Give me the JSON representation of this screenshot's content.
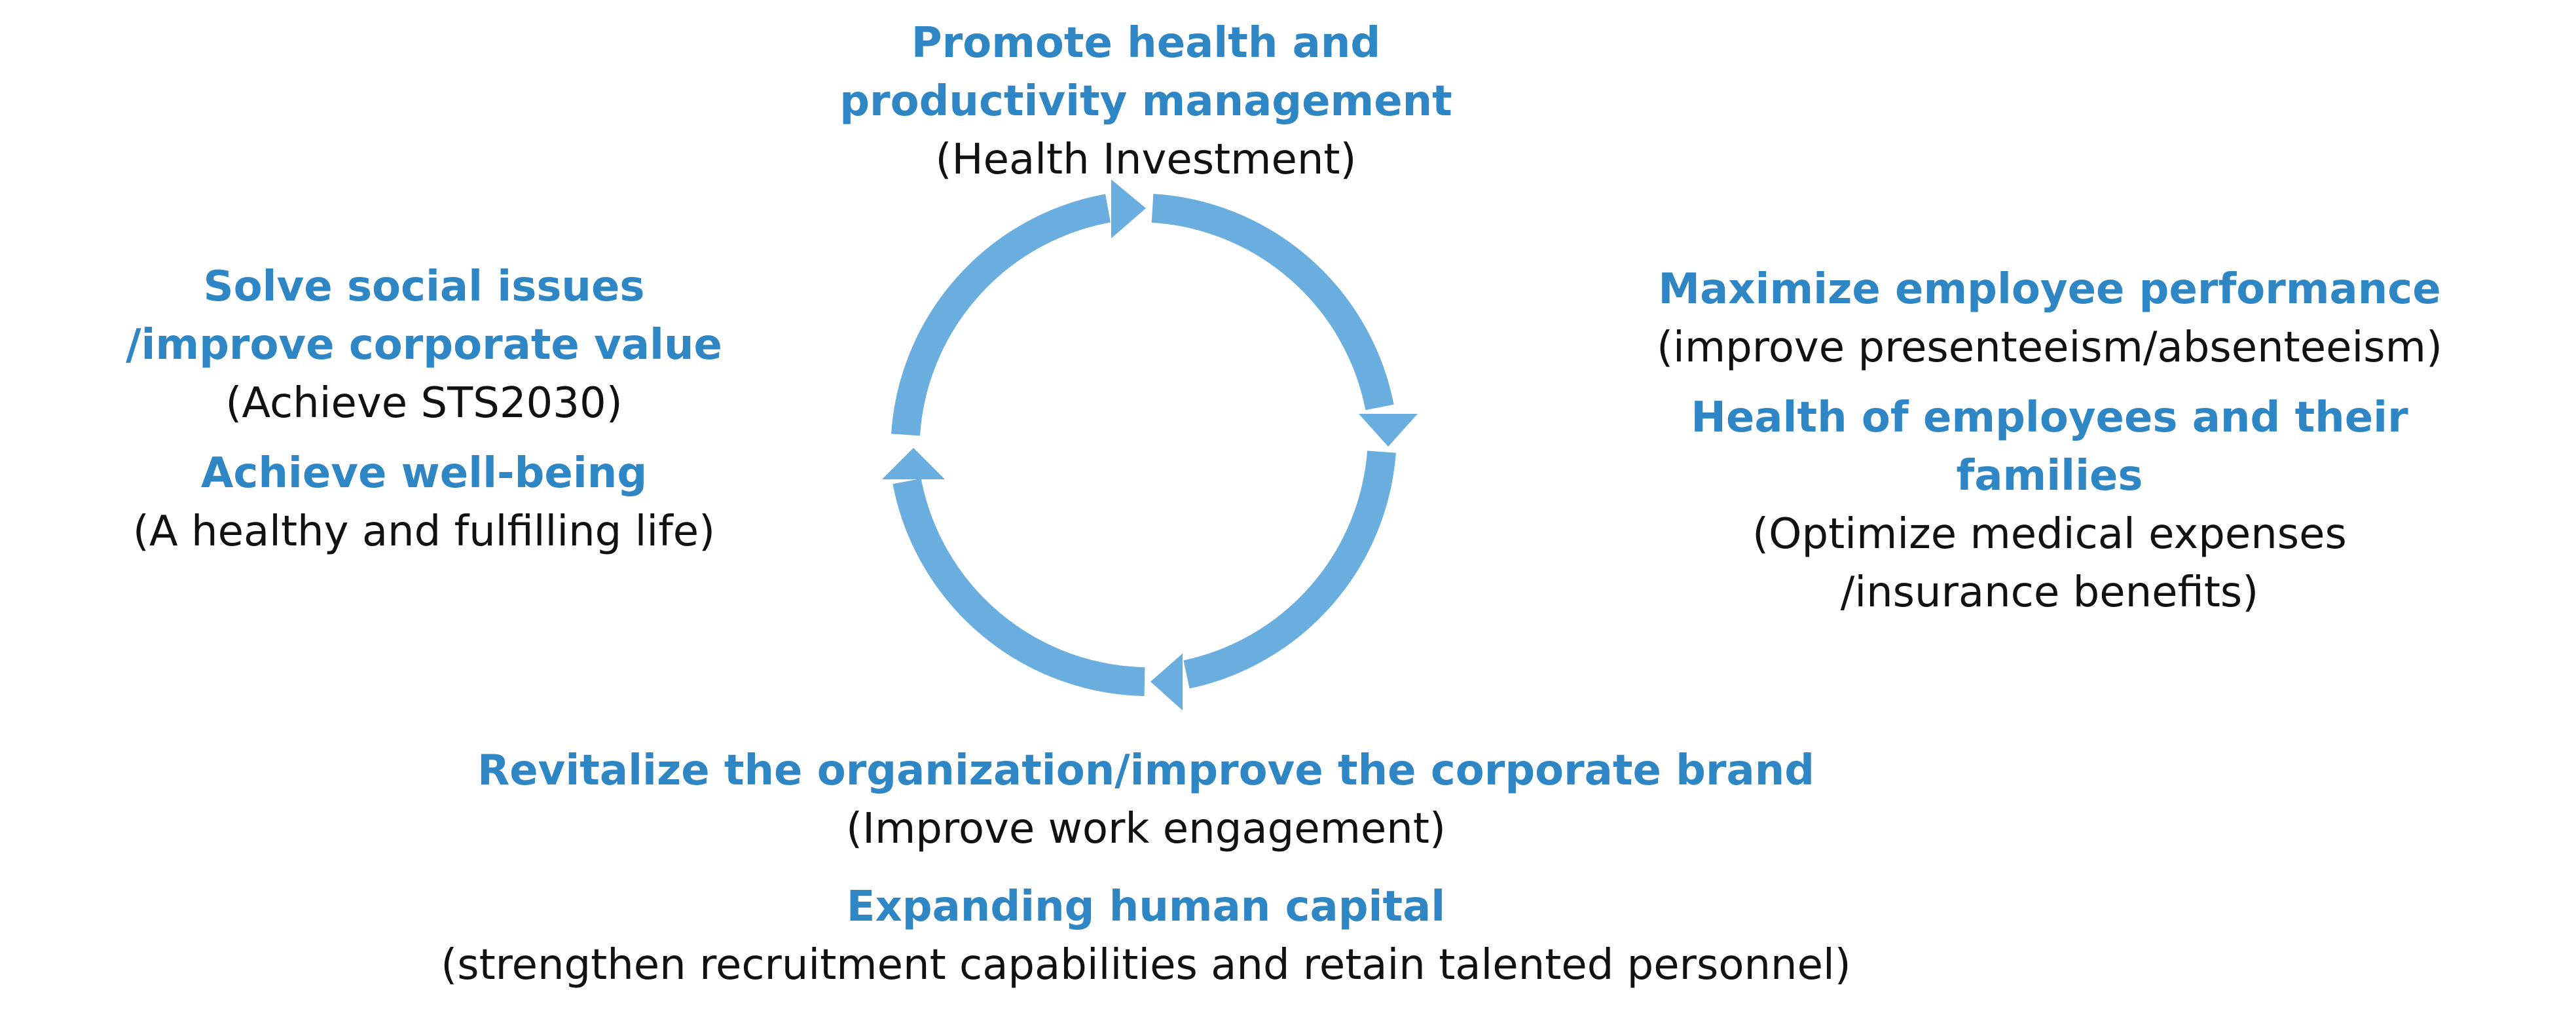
{
  "top": {
    "heading_line1": "Promote health and",
    "heading_line2": "productivity management",
    "sub": "(Health Investment)"
  },
  "left": {
    "heading1_line1": "Solve social issues",
    "heading1_line2": "/improve corporate value",
    "sub1": "(Achieve STS2030)",
    "heading2": "Achieve well-being",
    "sub2": "(A healthy and fulfilling life)"
  },
  "right": {
    "heading1": "Maximize employee performance",
    "sub1": "(improve presenteeism/absenteeism)",
    "heading2_line1": "Health of employees and their",
    "heading2_line2": "families",
    "sub2_line1": "(Optimize medical expenses",
    "sub2_line2": "/insurance benefits)"
  },
  "bottom": {
    "heading1": "Revitalize the organization/improve the corporate brand",
    "sub1": "(Improve work engagement)",
    "heading2": "Expanding human capital",
    "sub2": "(strengthen recruitment capabilities and retain talented personnel)"
  },
  "colors": {
    "heading": "#2f86c5",
    "arrow": "#6aaee0",
    "body_text": "#111111"
  }
}
